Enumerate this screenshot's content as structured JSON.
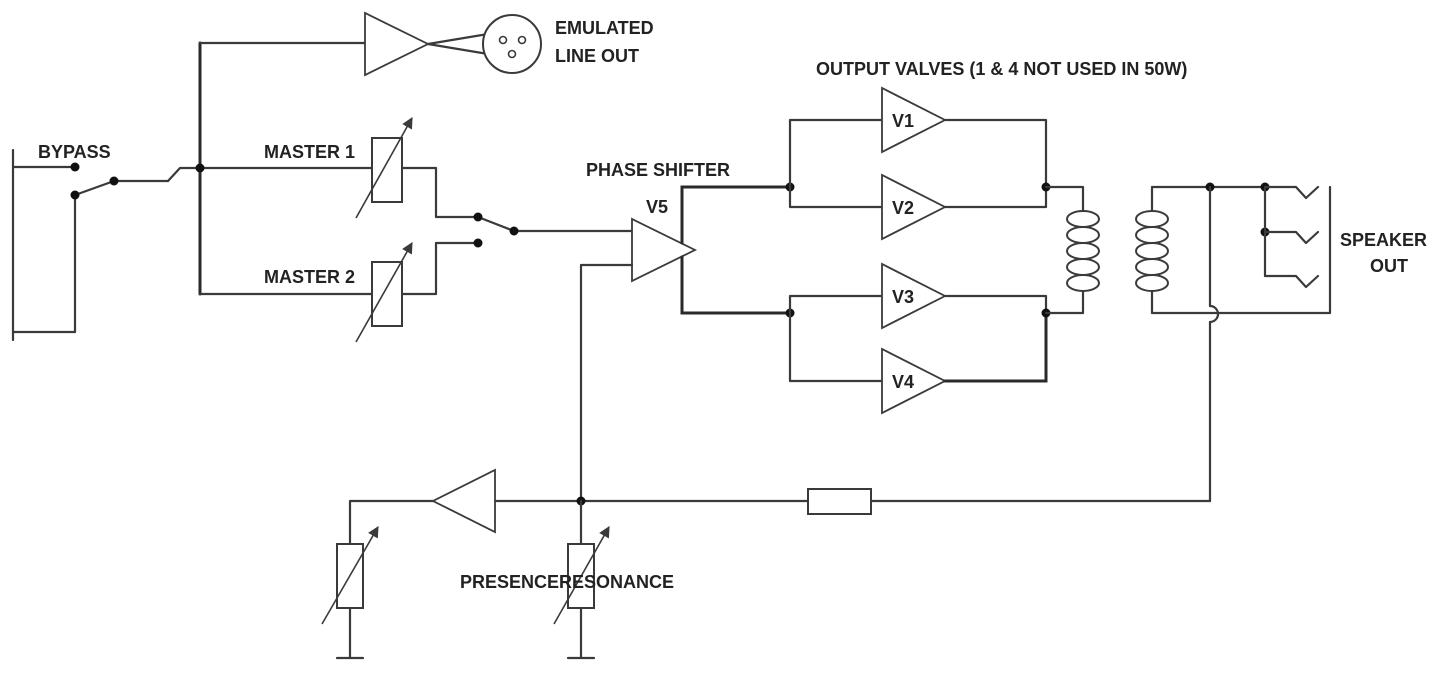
{
  "labels": {
    "emulated_line_out": [
      "EMULATED",
      "LINE OUT"
    ],
    "output_valves": "OUTPUT VALVES (1 & 4 NOT USED IN 50W)",
    "bypass": "BYPASS",
    "master_1": "MASTER 1",
    "master_2": "MASTER 2",
    "phase_shifter": "PHASE SHIFTER",
    "v5": "V5",
    "v1": "V1",
    "v2": "V2",
    "v3": "V3",
    "v4": "V4",
    "speaker_out": [
      "SPEAKER",
      "OUT"
    ],
    "presence": "PRESENCE",
    "resonance": "RESONANCE"
  },
  "colors": {
    "line": "#3a3a3a",
    "text": "#222222",
    "background": "#ffffff"
  }
}
